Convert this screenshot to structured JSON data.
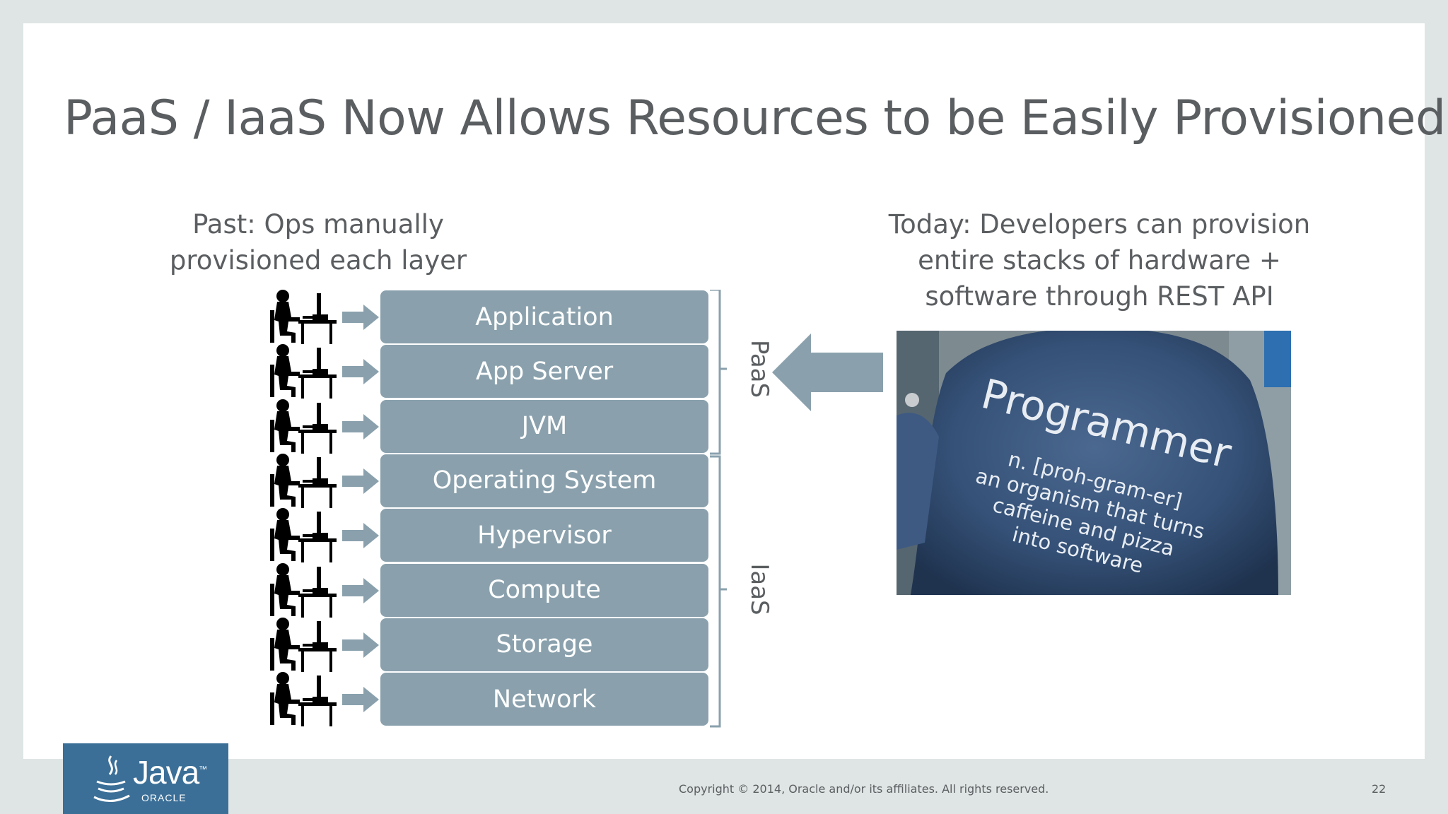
{
  "slide": {
    "title": "PaaS / IaaS Now Allows Resources to be Easily Provisioned",
    "page_number": "22",
    "copyright": "Copyright © 2014, Oracle and/or its affiliates. All rights reserved."
  },
  "past": {
    "caption_lines": [
      "Past: Ops manually",
      "provisioned each layer"
    ]
  },
  "today": {
    "caption_lines": [
      "Today: Developers can provision",
      "entire stacks of hardware +",
      "software through REST API"
    ]
  },
  "stack": {
    "layers": [
      "Application",
      "App Server",
      "JVM",
      "Operating System",
      "Hypervisor",
      "Compute",
      "Storage",
      "Network"
    ],
    "paas_label": "PaaS",
    "iaas_label": "IaaS",
    "layer_color": "#8aa1ad"
  },
  "photo": {
    "shirt_title": "Programmer",
    "shirt_definition": [
      "n. [proh-gram-er]",
      "an organism that turns",
      "caffeine and pizza",
      "into software"
    ]
  },
  "logo": {
    "product": "Java",
    "trademark": "™",
    "company": "ORACLE"
  },
  "colors": {
    "background": "#dfe4e4",
    "slide": "#ffffff",
    "text": "#5b5e61",
    "logo_bg": "#3b6f97"
  }
}
